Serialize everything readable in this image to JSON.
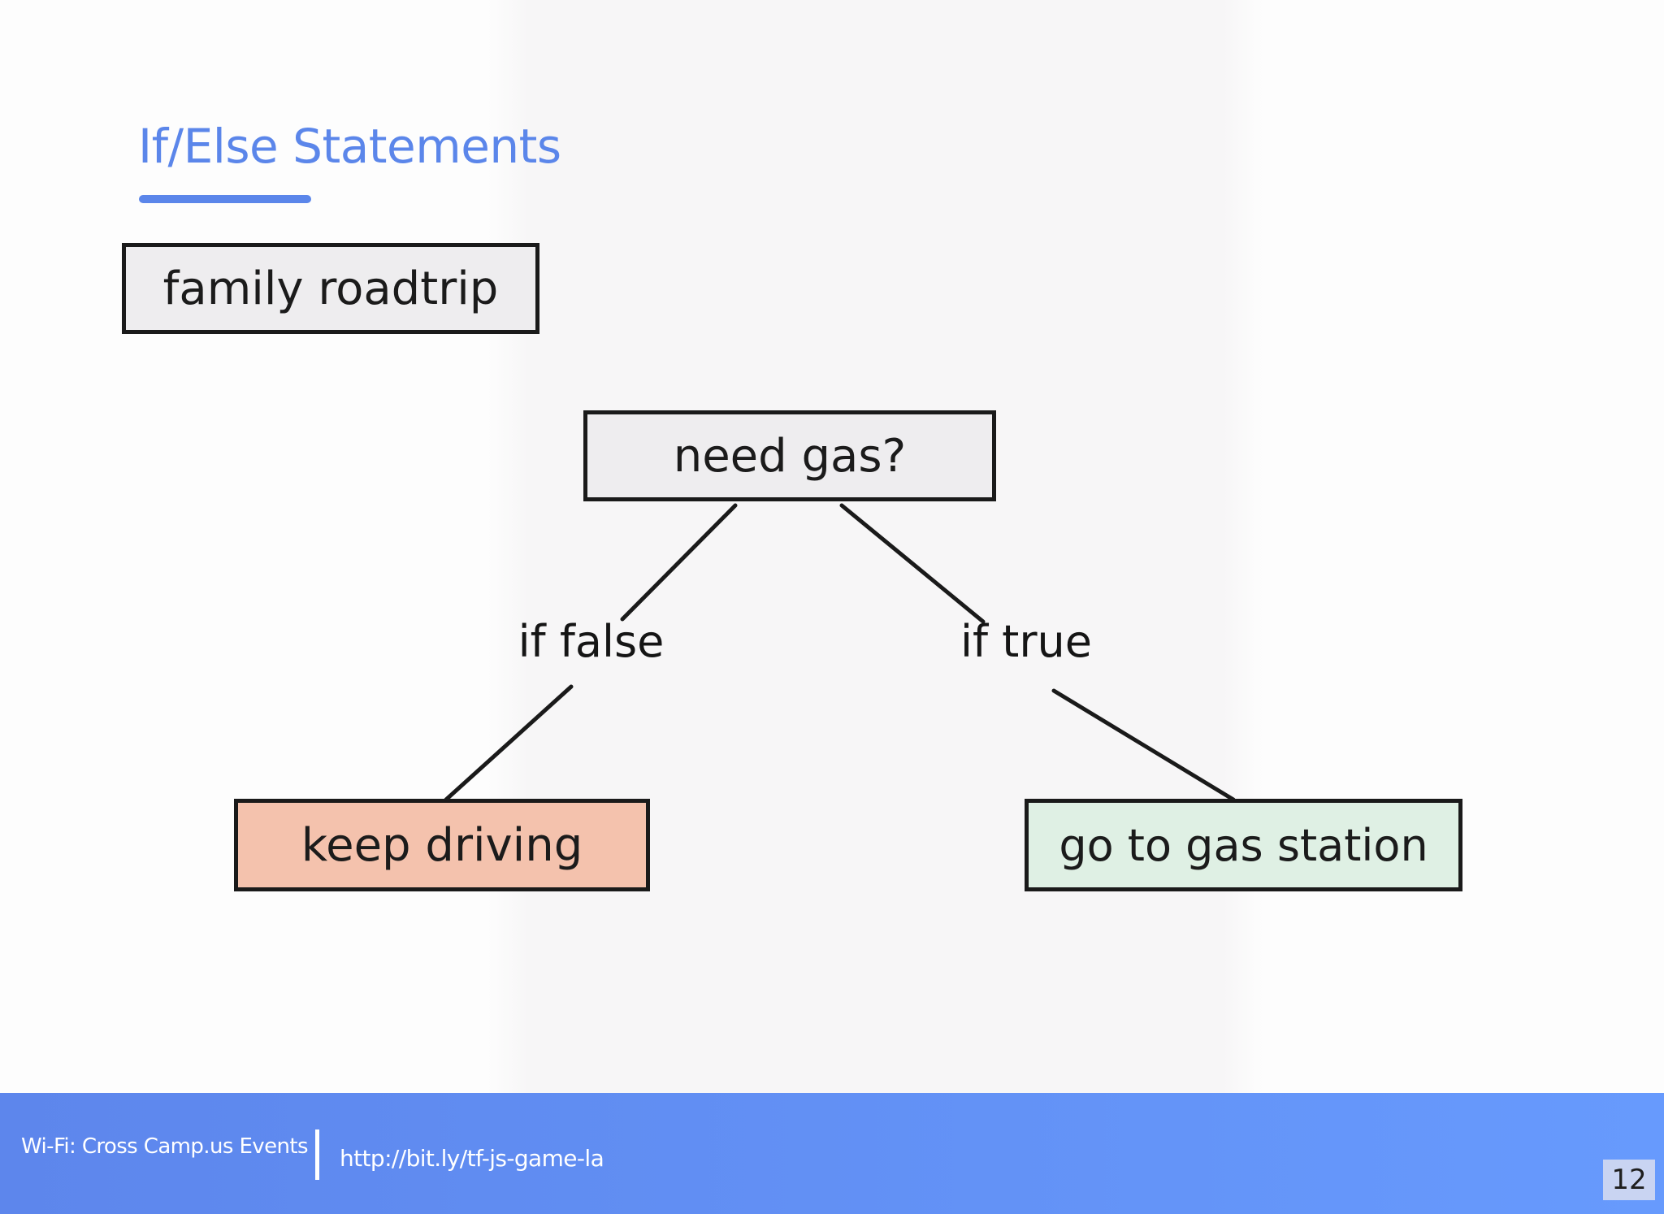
{
  "slide": {
    "title": "If/Else Statements",
    "page_number": "12"
  },
  "diagram": {
    "root_node": {
      "label": "family roadtrip"
    },
    "decision_node": {
      "label": "need gas?"
    },
    "false_branch": {
      "label": "if false"
    },
    "false_node": {
      "label": "keep driving"
    },
    "true_branch": {
      "label": "if true"
    },
    "true_node": {
      "label": "go to gas station"
    }
  },
  "footer": {
    "wifi_label": "Wi-Fi: Cross Camp.us Events",
    "url_label": "http://bit.ly/tf-js-game-la"
  },
  "colors": {
    "accent_blue": "#5b86ea",
    "footer_blue_left": "#5d86ec",
    "footer_blue_right": "#679afd",
    "node_gray": "#eeedef",
    "node_salmon": "#f4c2ad",
    "node_green": "#dff0e4",
    "badge_blue": "#c9d4f2",
    "line_black": "#1a1a1a"
  }
}
